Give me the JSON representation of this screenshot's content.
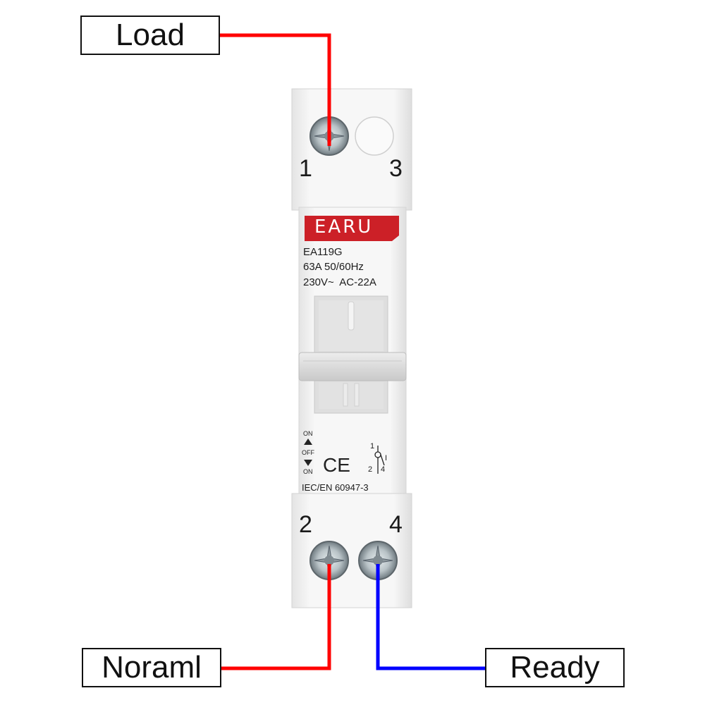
{
  "labels": {
    "load": "Load",
    "normal": "Noraml",
    "ready": "Ready"
  },
  "terminals": {
    "t1": "1",
    "t2": "2",
    "t3": "3",
    "t4": "4"
  },
  "device": {
    "brand": "EARU",
    "model": "EA119G",
    "rating": "63A 50/60Hz",
    "voltage": "230V~  AC-22A",
    "standard": "IEC/EN 60947-3",
    "ce_mark": "CE",
    "on_top": "ON",
    "off": "OFF",
    "on_bottom": "ON",
    "schema_1": "1",
    "schema_2": "2",
    "schema_4": "4",
    "schema_i": "I"
  },
  "colors": {
    "live_wire": "#ff0000",
    "ready_wire": "#0000ff",
    "brand_red": "#cc2027"
  }
}
